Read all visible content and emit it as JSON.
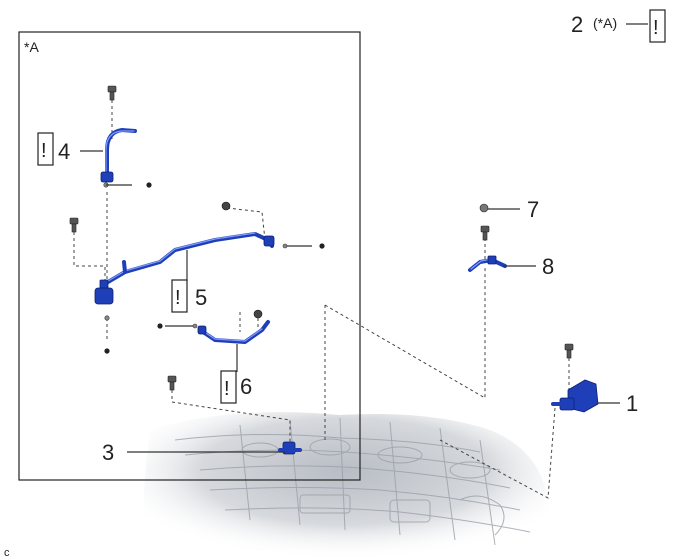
{
  "labels": {
    "callout_1": "1",
    "callout_2": "2",
    "callout_2_note": "(*A)",
    "callout_3": "3",
    "callout_4": "4",
    "callout_5": "5",
    "callout_6": "6",
    "callout_7": "7",
    "callout_8": "8",
    "inset_label": "*A",
    "caution_mark": "!",
    "figure_code": "c"
  },
  "colors": {
    "part_blue": "#1f3fb8",
    "part_highlight": "#7f9cff",
    "line": "#333333",
    "engine_gray": "#cfd3d8"
  },
  "icons": [
    "caution-icon",
    "bolt-icon",
    "clip-icon",
    "nut-icon"
  ]
}
